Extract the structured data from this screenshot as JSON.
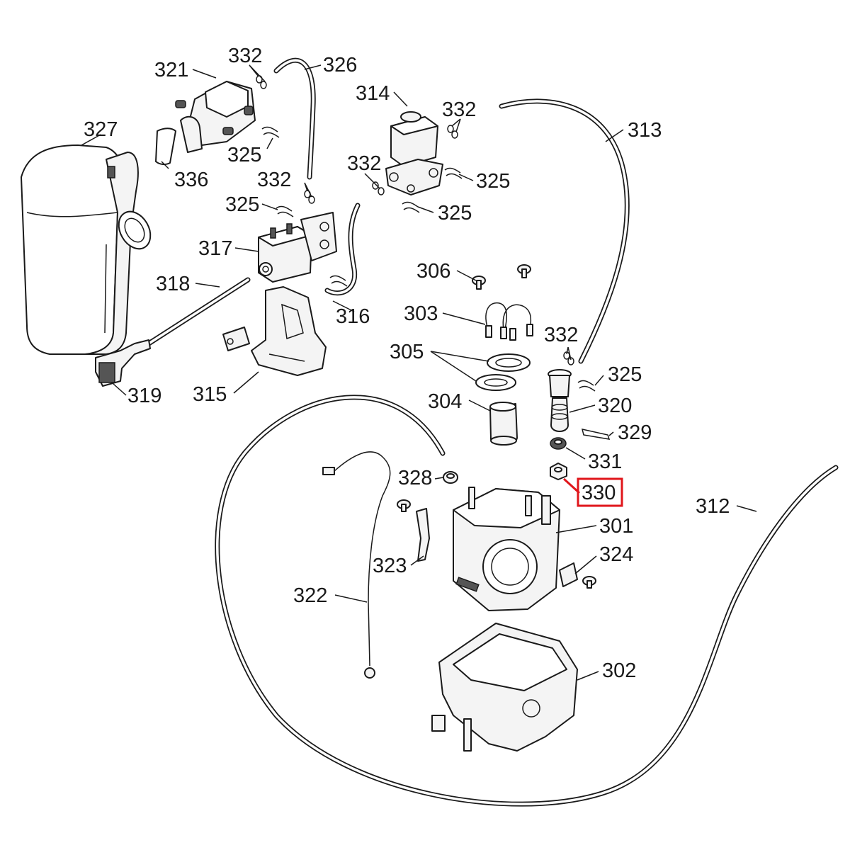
{
  "diagram": {
    "part_labels": {
      "p301": "301",
      "p302": "302",
      "p303": "303",
      "p304": "304",
      "p305": "305",
      "p306": "306",
      "p312": "312",
      "p313": "313",
      "p314": "314",
      "p315": "315",
      "p316": "316",
      "p317": "317",
      "p318": "318",
      "p319": "319",
      "p320": "320",
      "p321": "321",
      "p322": "322",
      "p323": "323",
      "p324": "324",
      "p325a": "325",
      "p325b": "325",
      "p325c": "325",
      "p325d": "325",
      "p325e": "325",
      "p326": "326",
      "p327": "327",
      "p328": "328",
      "p329": "329",
      "p330": "330",
      "p331": "331",
      "p332a": "332",
      "p332b": "332",
      "p332c": "332",
      "p332d": "332",
      "p332e": "332",
      "p336": "336"
    },
    "highlighted_part": "330",
    "highlight_color": "#e0161b"
  }
}
